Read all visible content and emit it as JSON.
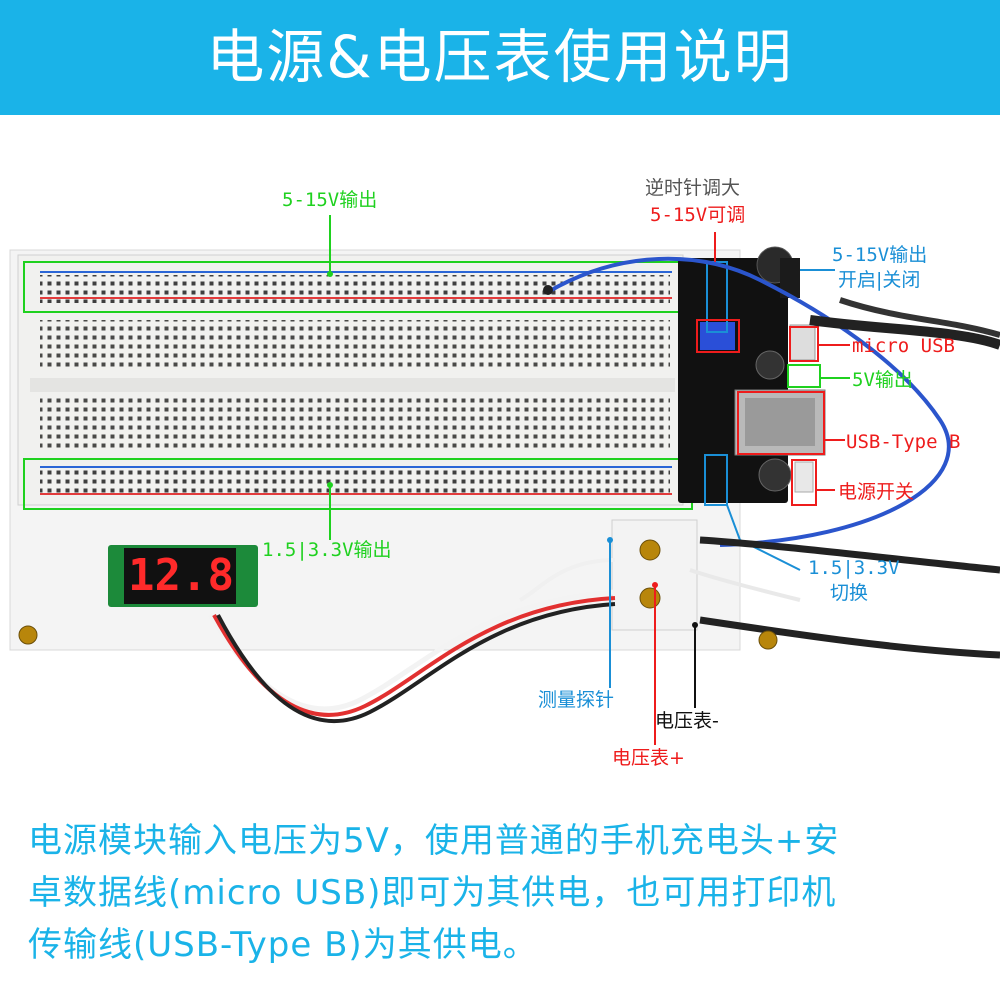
{
  "header": {
    "title": "电源&电压表使用说明"
  },
  "labels": {
    "out_5_15_top": "5-15V输出",
    "ccw_increase": "逆时针调大",
    "adj_5_15": "5-15V可调",
    "out_5_15_right": "5-15V输出",
    "on_off": "开启|关闭",
    "micro_usb": "micro USB",
    "out_5v": "5V输出",
    "usb_type_b": "USB-Type B",
    "power_switch": "电源开关",
    "out_1_5_3_3": "1.5|3.3V输出",
    "switch_1_5_3_3": "1.5|3.3V",
    "switch_word": "切换",
    "probe": "测量探针",
    "volt_minus": "电压表-",
    "volt_plus": "电压表+"
  },
  "voltmeter": {
    "display": "12.8"
  },
  "description": {
    "line1": "电源模块输入电压为5V，使用普通的手机充电头+安",
    "line2": "卓数据线(micro USB)即可为其供电，也可用打印机",
    "line3": "传输线(USB-Type B)为其供电。"
  },
  "colors": {
    "banner": "#1ab3e8",
    "green": "#1fd11f",
    "red": "#ee1c1c",
    "blue": "#1a8fd6"
  }
}
